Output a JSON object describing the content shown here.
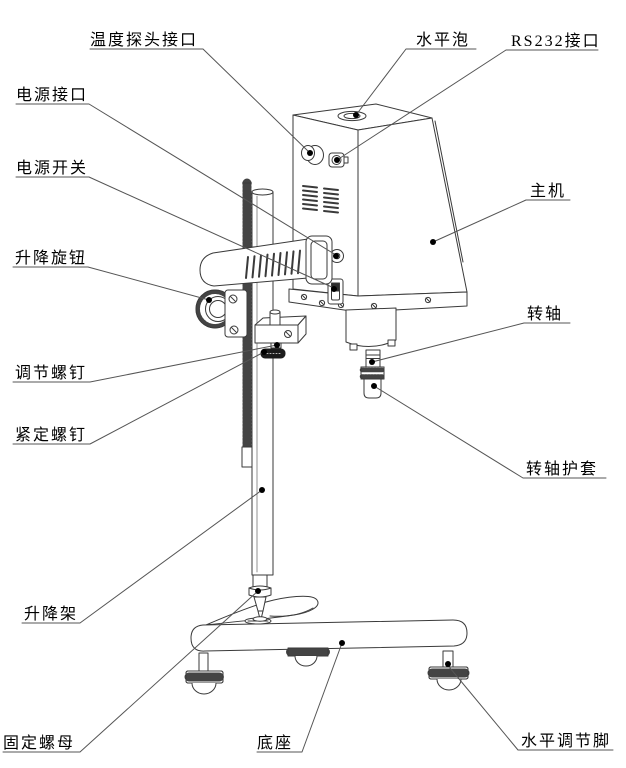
{
  "diagram": {
    "ink_color": "#3a3a3a",
    "background_color": "#ffffff",
    "callouts": {
      "temp_probe_port": "温度探头接口",
      "level_bubble": "水平泡",
      "rs232_port": "RS232接口",
      "power_port": "电源接口",
      "power_switch": "电源开关",
      "lift_knob": "升降旋钮",
      "adjusting_screw": "调节螺钉",
      "set_screw": "紧定螺钉",
      "main_unit": "主机",
      "rotating_shaft": "转轴",
      "shaft_sleeve": "转轴护套",
      "lifting_stand": "升降架",
      "fixing_nut": "固定螺母",
      "base": "底座",
      "leveling_foot": "水平调节脚"
    }
  }
}
